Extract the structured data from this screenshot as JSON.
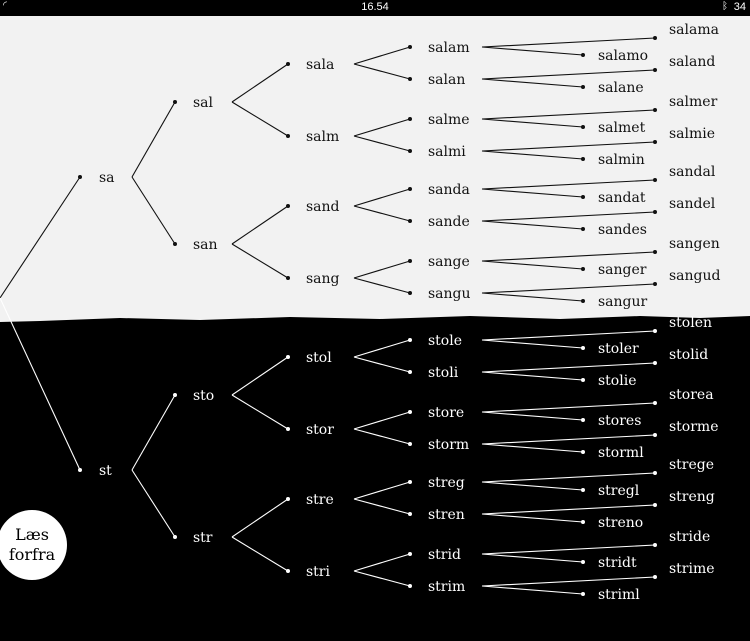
{
  "status_bar": {
    "time": "16.54",
    "battery": "34",
    "bluetooth_icon": "bluetooth-icon",
    "wifi_icon": "wifi-icon"
  },
  "colors": {
    "top_background": "#f2f2f2",
    "bottom_background": "#000000",
    "top_ink": "#111111",
    "bottom_ink": "#ffffff"
  },
  "read_button": {
    "label": "Læs forfra"
  },
  "tree": {
    "top": [
      {
        "label": "sa",
        "children": [
          {
            "label": "sal",
            "children": [
              {
                "label": "sala",
                "children": [
                  {
                    "label": "salam",
                    "children": [
                      "salama",
                      "salamo"
                    ]
                  },
                  {
                    "label": "salan",
                    "children": [
                      "saland",
                      "salane"
                    ]
                  }
                ]
              },
              {
                "label": "salm",
                "children": [
                  {
                    "label": "salme",
                    "children": [
                      "salmer",
                      "salmet"
                    ]
                  },
                  {
                    "label": "salmi",
                    "children": [
                      "salmie",
                      "salmin"
                    ]
                  }
                ]
              }
            ]
          },
          {
            "label": "san",
            "children": [
              {
                "label": "sand",
                "children": [
                  {
                    "label": "sanda",
                    "children": [
                      "sandal",
                      "sandat"
                    ]
                  },
                  {
                    "label": "sande",
                    "children": [
                      "sandel",
                      "sandes"
                    ]
                  }
                ]
              },
              {
                "label": "sang",
                "children": [
                  {
                    "label": "sange",
                    "children": [
                      "sangen",
                      "sanger"
                    ]
                  },
                  {
                    "label": "sangu",
                    "children": [
                      "sangud",
                      "sangur"
                    ]
                  }
                ]
              }
            ]
          }
        ]
      }
    ],
    "bottom": [
      {
        "label": "st",
        "children": [
          {
            "label": "sto",
            "children": [
              {
                "label": "stol",
                "children": [
                  {
                    "label": "stole",
                    "children": [
                      "stolen",
                      "stoler"
                    ]
                  },
                  {
                    "label": "stoli",
                    "children": [
                      "stolid",
                      "stolie"
                    ]
                  }
                ]
              },
              {
                "label": "stor",
                "children": [
                  {
                    "label": "store",
                    "children": [
                      "storea",
                      "stores"
                    ]
                  },
                  {
                    "label": "storm",
                    "children": [
                      "storme",
                      "storml"
                    ]
                  }
                ]
              }
            ]
          },
          {
            "label": "str",
            "children": [
              {
                "label": "stre",
                "children": [
                  {
                    "label": "streg",
                    "children": [
                      "strege",
                      "stregl"
                    ]
                  },
                  {
                    "label": "stren",
                    "children": [
                      "streng",
                      "streno"
                    ]
                  }
                ]
              },
              {
                "label": "stri",
                "children": [
                  {
                    "label": "strid",
                    "children": [
                      "stride",
                      "stridt"
                    ]
                  },
                  {
                    "label": "strim",
                    "children": [
                      "strime",
                      "striml"
                    ]
                  }
                ]
              }
            ]
          }
        ]
      }
    ]
  }
}
